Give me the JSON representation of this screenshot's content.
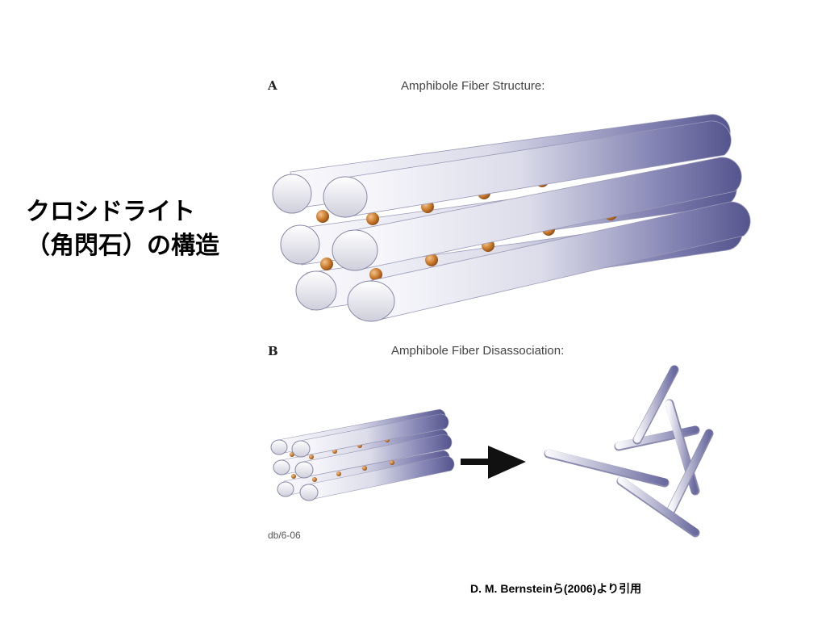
{
  "heading": {
    "line1": "クロシドライト",
    "line2": "（角閃石）の構造"
  },
  "panel_a": {
    "letter": "A",
    "title": "Amphibole Fiber Structure:"
  },
  "panel_b": {
    "letter": "B",
    "title": "Amphibole Fiber Disassociation:"
  },
  "figure_code": "db/6-06",
  "citation": "D. M. Bernsteinら(2006)より引用",
  "colors": {
    "fiber_light": "#f4f4f8",
    "fiber_dark": "#5a5a94",
    "cation": "#c9792a"
  }
}
